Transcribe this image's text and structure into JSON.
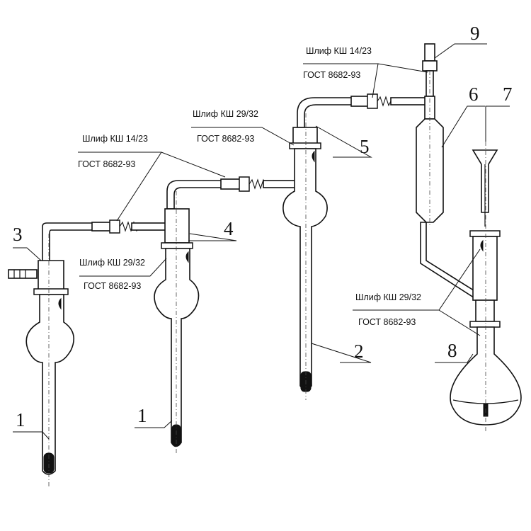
{
  "diagram": {
    "part_numbers": {
      "p1a": "1",
      "p1b": "1",
      "p2": "2",
      "p3": "3",
      "p4": "4",
      "p5": "5",
      "p6": "6",
      "p7": "7",
      "p8": "8",
      "p9": "9"
    },
    "joints": [
      {
        "id": "j1",
        "line1": "Шлиф КШ 14/23",
        "line2": "ГОСТ 8682-93"
      },
      {
        "id": "j2",
        "line1": "Шлиф КШ 29/32",
        "line2": "ГОСТ 8682-93"
      },
      {
        "id": "j3",
        "line1": "Шлиф КШ 29/32",
        "line2": "ГОСТ 8682-93"
      },
      {
        "id": "j4",
        "line1": "Шлиф КШ 14/23",
        "line2": "ГОСТ 8682-93"
      },
      {
        "id": "j5",
        "line1": "Шлиф КШ 29/32",
        "line2": "ГОСТ 8682-93"
      }
    ]
  }
}
